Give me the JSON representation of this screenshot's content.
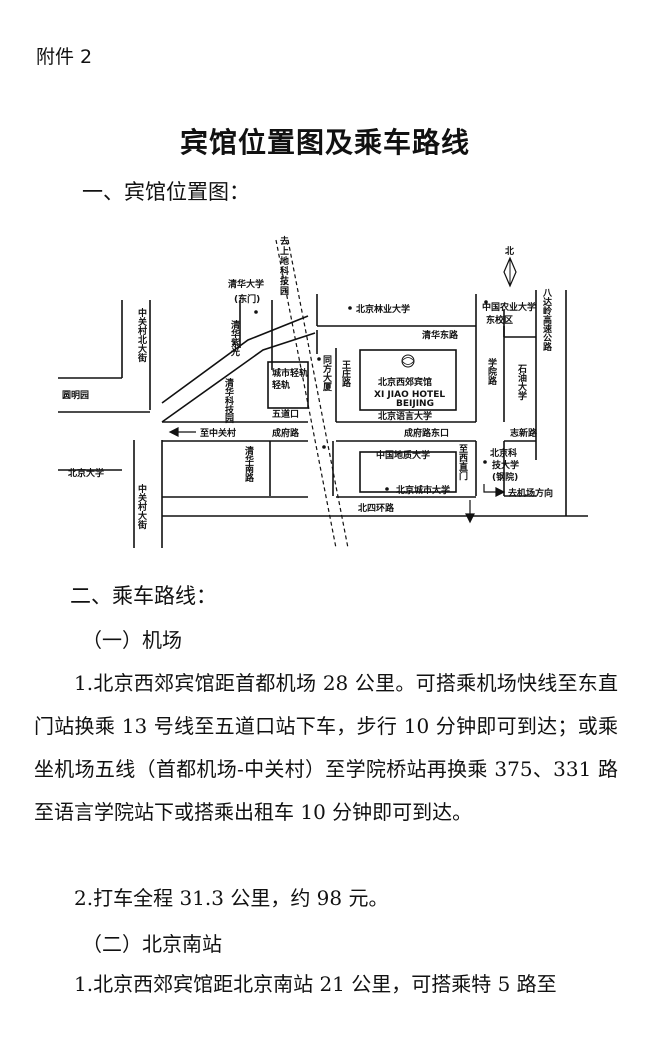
{
  "header": {
    "attachment": "附件 2"
  },
  "title": "宾馆位置图及乘车路线",
  "section1": {
    "heading": "一、宾馆位置图："
  },
  "map": {
    "north": "北",
    "labels": {
      "qinghua_univ": "清华大学",
      "east_gate": "(东门)",
      "to_shangdi": "去上地科技园",
      "forestry_univ": "北京林业大学",
      "agri_univ": "中国农业大学",
      "east_campus": "东校区",
      "badaling": "八达岭高速公路",
      "zhongguancun_north": "中关村北大街",
      "yuanmingyuan": "圆明园",
      "qinghua_zi": "清华紫光",
      "qinghua_dong": "清华东路",
      "tongfang": "同方大厦",
      "wangzhuang": "王庄路",
      "xueyuan": "学院路",
      "shiyou": "石油大学",
      "light_rail": "城市轻轨",
      "qh_science_park": "清华科技园",
      "hotel_cn": "北京西郊宾馆",
      "hotel_en": "XI JIAO HOTEL",
      "hotel_city": "BEIJING",
      "language_univ": "北京语言大学",
      "wudaokou": "五道口",
      "to_zhongguancun": "至中关村",
      "chengfu": "成府路",
      "chengfu_east": "成府路东口",
      "zhixin": "志新路",
      "pku": "北京大学",
      "qh_south": "清华南路",
      "geo_univ": "中国地质大学",
      "to_xizhimen": "至西直门",
      "ustb_1": "北京科",
      "ustb_2": "技大学",
      "ustb_3": "(钢院)",
      "city_univ": "北京城市大学",
      "to_airport": "去机场方向",
      "zhongguancun_ave": "中关村大街",
      "north_4th_ring": "北四环路"
    }
  },
  "section2": {
    "heading": "二、乘车路线：",
    "sub1": "（一）机场",
    "p1": "1.北京西郊宾馆距首都机场 28 公里。可搭乘机场快线至东直门站换乘 13 号线至五道口站下车，步行 10 分钟即可到达；或乘坐机场五线（首都机场-中关村）至学院桥站再换乘 375、331 路至语言学院站下或搭乘出租车 10 分钟即可到达。",
    "p2": "2.打车全程 31.3 公里，约 98 元。",
    "sub2": "（二）北京南站",
    "p3": "1.北京西郊宾馆距北京南站 21 公里，可搭乘特 5 路至"
  }
}
